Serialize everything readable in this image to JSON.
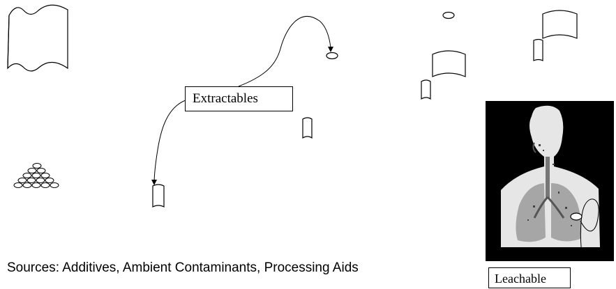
{
  "labels": {
    "extractables": "Extractables",
    "leachable": "Leachable",
    "sources": "Sources: Additives, Ambient Contaminants, Processing Aids"
  },
  "icons": [
    "tall-curved-sheet-icon",
    "cylinder-container-icon",
    "small-curved-sheet-icon",
    "small-oval-icon",
    "pellet-pile-icon",
    "human-torso-lungs-image",
    "curved-arrow-icon"
  ],
  "colors": {
    "stroke": "#000000",
    "background": "#ffffff",
    "panel": "#000000",
    "body_light": "#e6e6e6",
    "lung_gray": "#a6a6a6",
    "lung_dark": "#777777"
  }
}
